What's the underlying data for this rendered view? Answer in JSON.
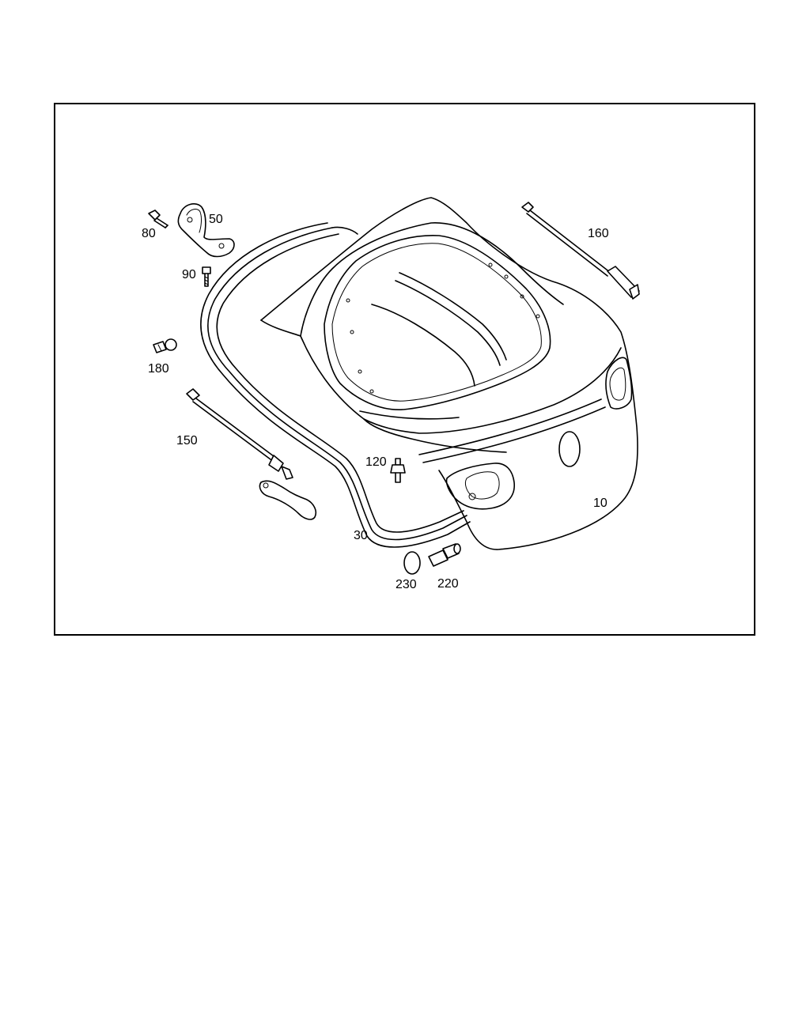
{
  "diagram": {
    "callouts": [
      {
        "id": "c80",
        "text": "80"
      },
      {
        "id": "c50",
        "text": "50"
      },
      {
        "id": "c90",
        "text": "90"
      },
      {
        "id": "c160",
        "text": "160"
      },
      {
        "id": "c180",
        "text": "180"
      },
      {
        "id": "c150",
        "text": "150"
      },
      {
        "id": "c120",
        "text": "120"
      },
      {
        "id": "c10",
        "text": "10"
      },
      {
        "id": "c30",
        "text": "30"
      },
      {
        "id": "c230",
        "text": "230"
      },
      {
        "id": "c220",
        "text": "220"
      }
    ]
  },
  "colors": {
    "line": "#000000",
    "background": "#ffffff"
  }
}
